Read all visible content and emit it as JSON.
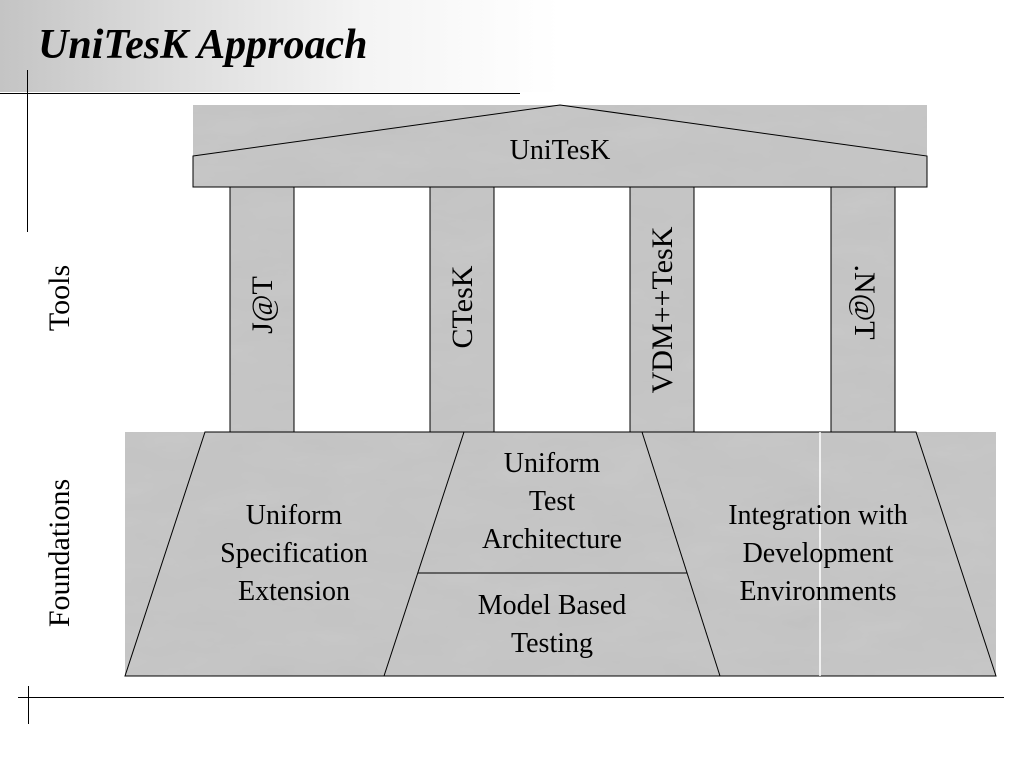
{
  "slide": {
    "title": "UniTesK Approach"
  },
  "side_labels": {
    "tools": "Tools",
    "foundations": "Foundations"
  },
  "roof": {
    "label": "UniTesK"
  },
  "pillars": [
    {
      "label": "J@T"
    },
    {
      "label": "CTesK"
    },
    {
      "label": "VDM++TesK"
    },
    {
      "label": ".N@T"
    }
  ],
  "foundations": {
    "left": [
      "Uniform",
      "Specification",
      "Extension"
    ],
    "center_top": [
      "Uniform",
      "Test",
      "Architecture"
    ],
    "center_bottom": [
      "Model Based",
      "Testing"
    ],
    "right": [
      "Integration with",
      "Development",
      "Environments"
    ]
  },
  "colors": {
    "stone": "#c8c8c8",
    "outline": "#000000"
  }
}
